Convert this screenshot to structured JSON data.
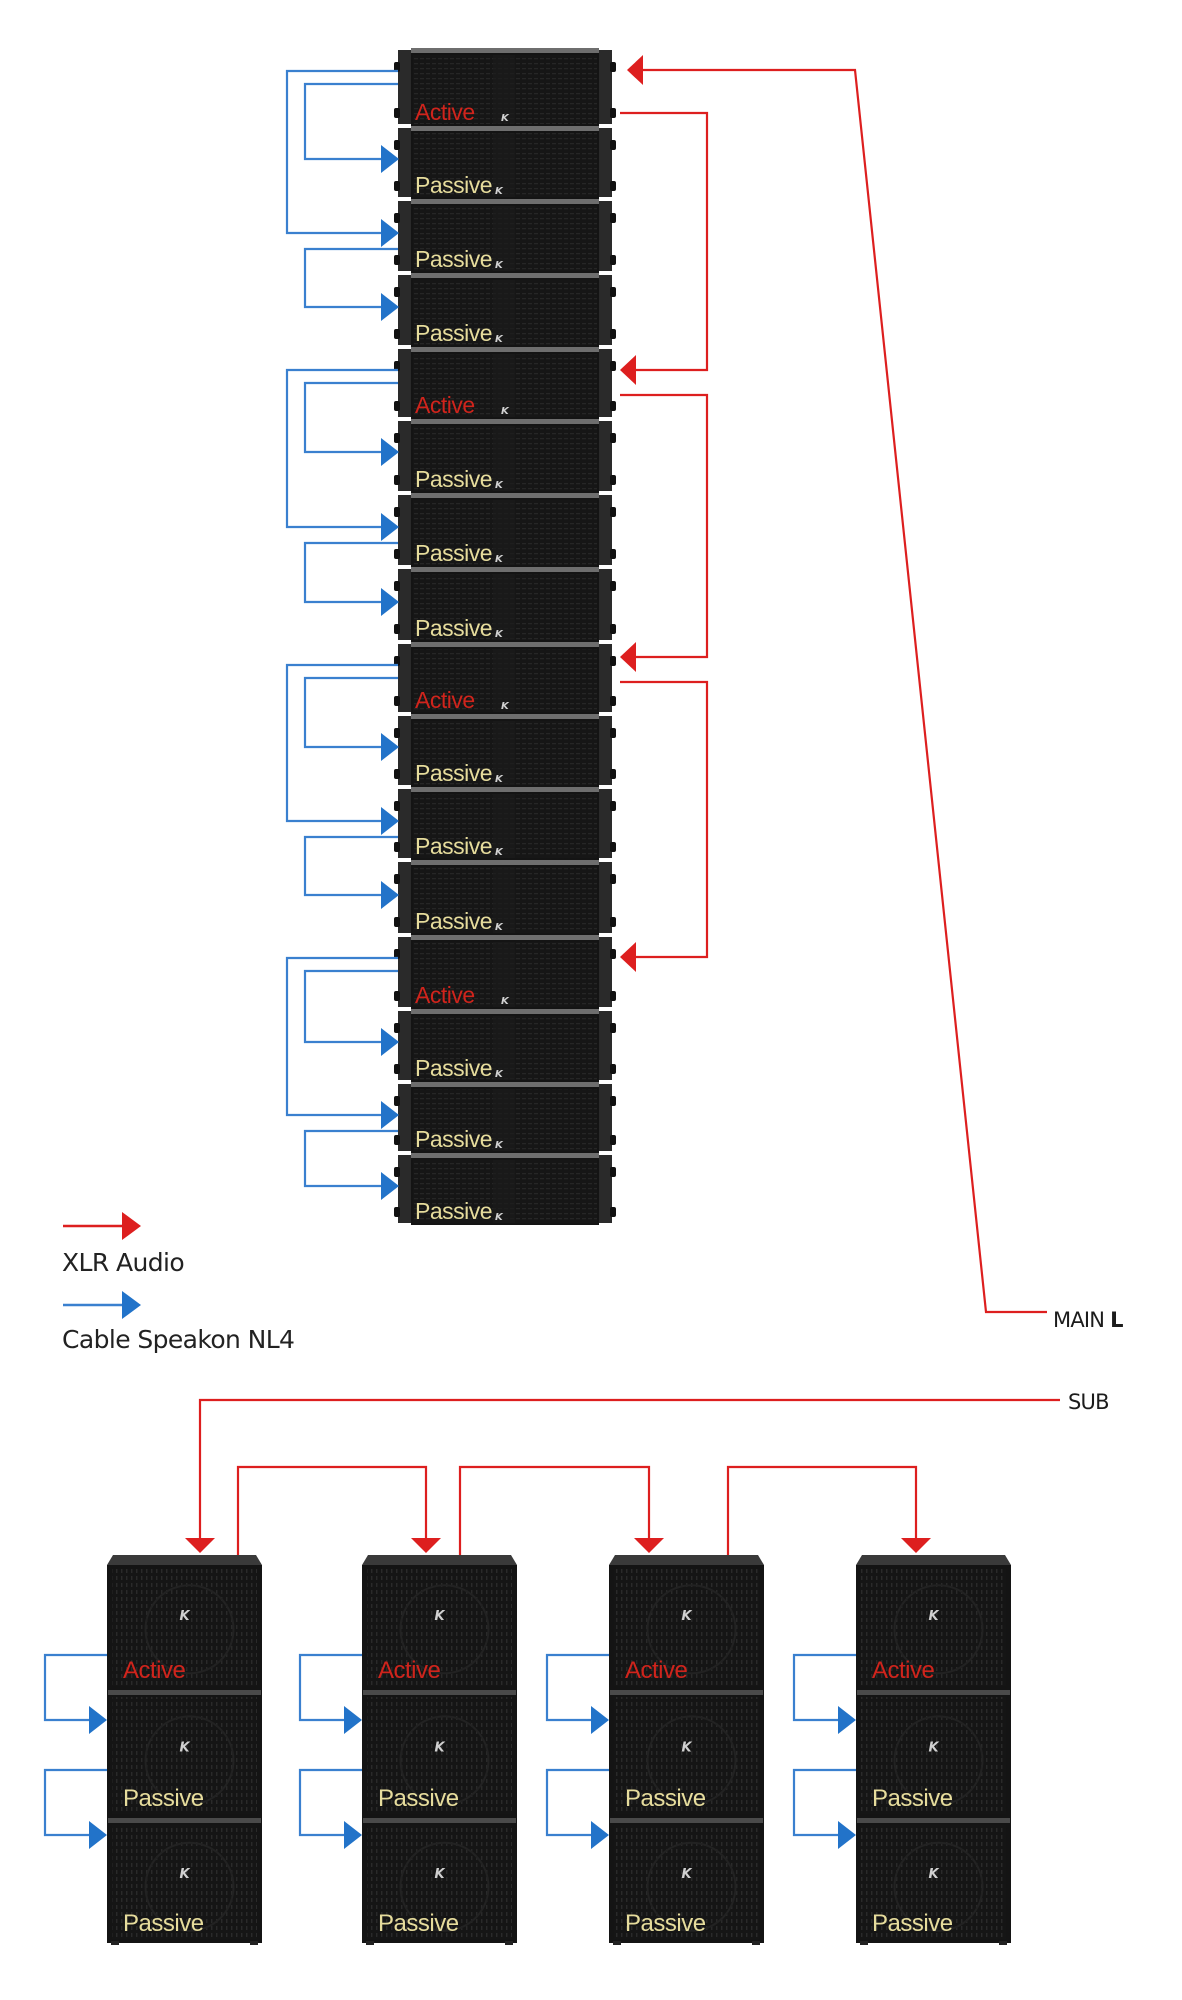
{
  "title": "Line array and subwoofer wiring diagram",
  "colors": {
    "xlr": "#dd1f1f",
    "speakon": "#3a80cf",
    "speakon_arrow": "#2273c9",
    "active_label": "#d0241c",
    "passive_label": "#e6dc9c",
    "cabinet": "#141414"
  },
  "legend": {
    "items": [
      {
        "type": "xlr",
        "label": "XLR Audio"
      },
      {
        "type": "speakon",
        "label": "Cable Speakon NL4"
      }
    ]
  },
  "inputs": {
    "main": {
      "label_prefix": "MAIN ",
      "label_bold": "L"
    },
    "sub": {
      "label": "SUB"
    }
  },
  "line_array": {
    "brand_logo": "K",
    "cabinets": [
      {
        "role": "Active"
      },
      {
        "role": "Passive"
      },
      {
        "role": "Passive"
      },
      {
        "role": "Passive"
      },
      {
        "role": "Active"
      },
      {
        "role": "Passive"
      },
      {
        "role": "Passive"
      },
      {
        "role": "Passive"
      },
      {
        "role": "Active"
      },
      {
        "role": "Passive"
      },
      {
        "role": "Passive"
      },
      {
        "role": "Passive"
      },
      {
        "role": "Active"
      },
      {
        "role": "Passive"
      },
      {
        "role": "Passive"
      },
      {
        "role": "Passive"
      }
    ]
  },
  "subwoofers": {
    "brand_logo": "K",
    "stacks": [
      {
        "cabinets": [
          {
            "role": "Active"
          },
          {
            "role": "Passive"
          },
          {
            "role": "Passive"
          }
        ]
      },
      {
        "cabinets": [
          {
            "role": "Active"
          },
          {
            "role": "Passive"
          },
          {
            "role": "Passive"
          }
        ]
      },
      {
        "cabinets": [
          {
            "role": "Active"
          },
          {
            "role": "Passive"
          },
          {
            "role": "Passive"
          }
        ]
      },
      {
        "cabinets": [
          {
            "role": "Active"
          },
          {
            "role": "Passive"
          },
          {
            "role": "Passive"
          }
        ]
      }
    ]
  }
}
